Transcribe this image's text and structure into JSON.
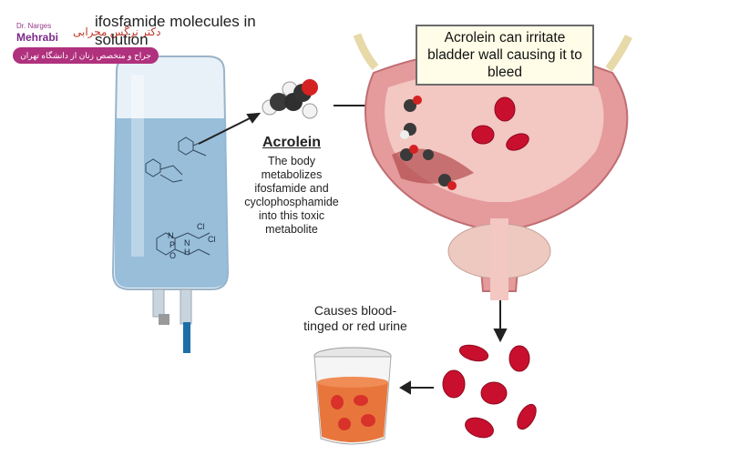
{
  "title": "ifosfamide molecules in solution",
  "callout": "Acrolein can irritate bladder wall causing it to bleed",
  "acrolein": {
    "heading": "Acrolein",
    "description": "The body metabolizes ifosfamide and cyclophosphamide into this toxic metabolite"
  },
  "causes": "Causes blood-tinged or red urine",
  "logo": {
    "line1": "Dr. Narges",
    "line2": "Mehrabi",
    "persian_name": "دکتر نرگس محرابی",
    "persian_subtitle": "جراح و متخصص زنان از دانشگاه تهران"
  },
  "molecule_labels": [
    "N",
    "P",
    "O",
    "N",
    "H",
    "Cl",
    "Cl"
  ],
  "colors": {
    "iv_liquid": "#8fb8d6",
    "bladder": "#e59a9c",
    "blood_cell": "#c8102e",
    "urine": "#e8763c",
    "callout_bg": "#fffde7",
    "logo_accent": "#b0317d"
  }
}
